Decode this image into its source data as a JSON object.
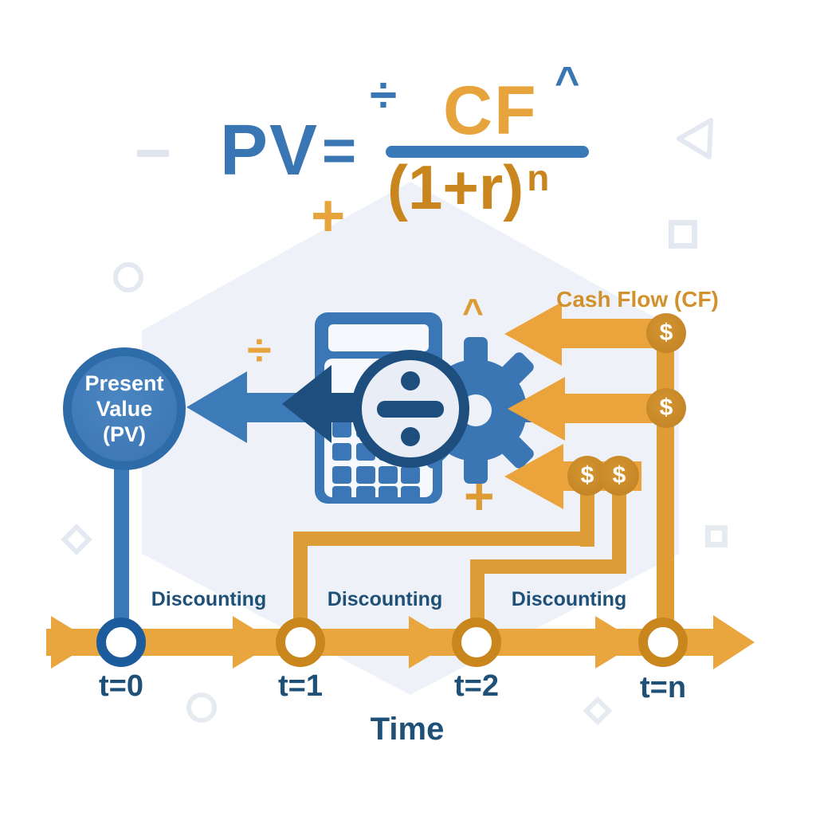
{
  "colors": {
    "blue": "#3a76b3",
    "navy": "#1d4e7e",
    "text_navy": "#1f5078",
    "orange": "#e8a43c",
    "dark_orange": "#c8861d",
    "coin_orange": "#c9882a",
    "hexagon_bg": "#eef2f8",
    "decor_gray": "#e3e8f1"
  },
  "formula": {
    "lhs": "PV",
    "equals": "=",
    "divide_symbol": "÷",
    "numerator": "CF",
    "caret": "^",
    "denominator_base": "(1+r)",
    "denominator_exponent": "n",
    "plus_symbol": "+"
  },
  "pv_node": {
    "lines": [
      "Present",
      "Value",
      "(PV)"
    ]
  },
  "cash_flow": {
    "label": "Cash Flow (CF)",
    "dollar": "$"
  },
  "center_icons": {
    "divide_symbol": "÷",
    "caret": "^",
    "plus_symbol": "+"
  },
  "timeline": {
    "ticks": [
      "t=0",
      "t=1",
      "t=2",
      "t=n"
    ],
    "discounting_labels": [
      "Discounting",
      "Discounting",
      "Discounting"
    ],
    "axis_label": "Time"
  }
}
